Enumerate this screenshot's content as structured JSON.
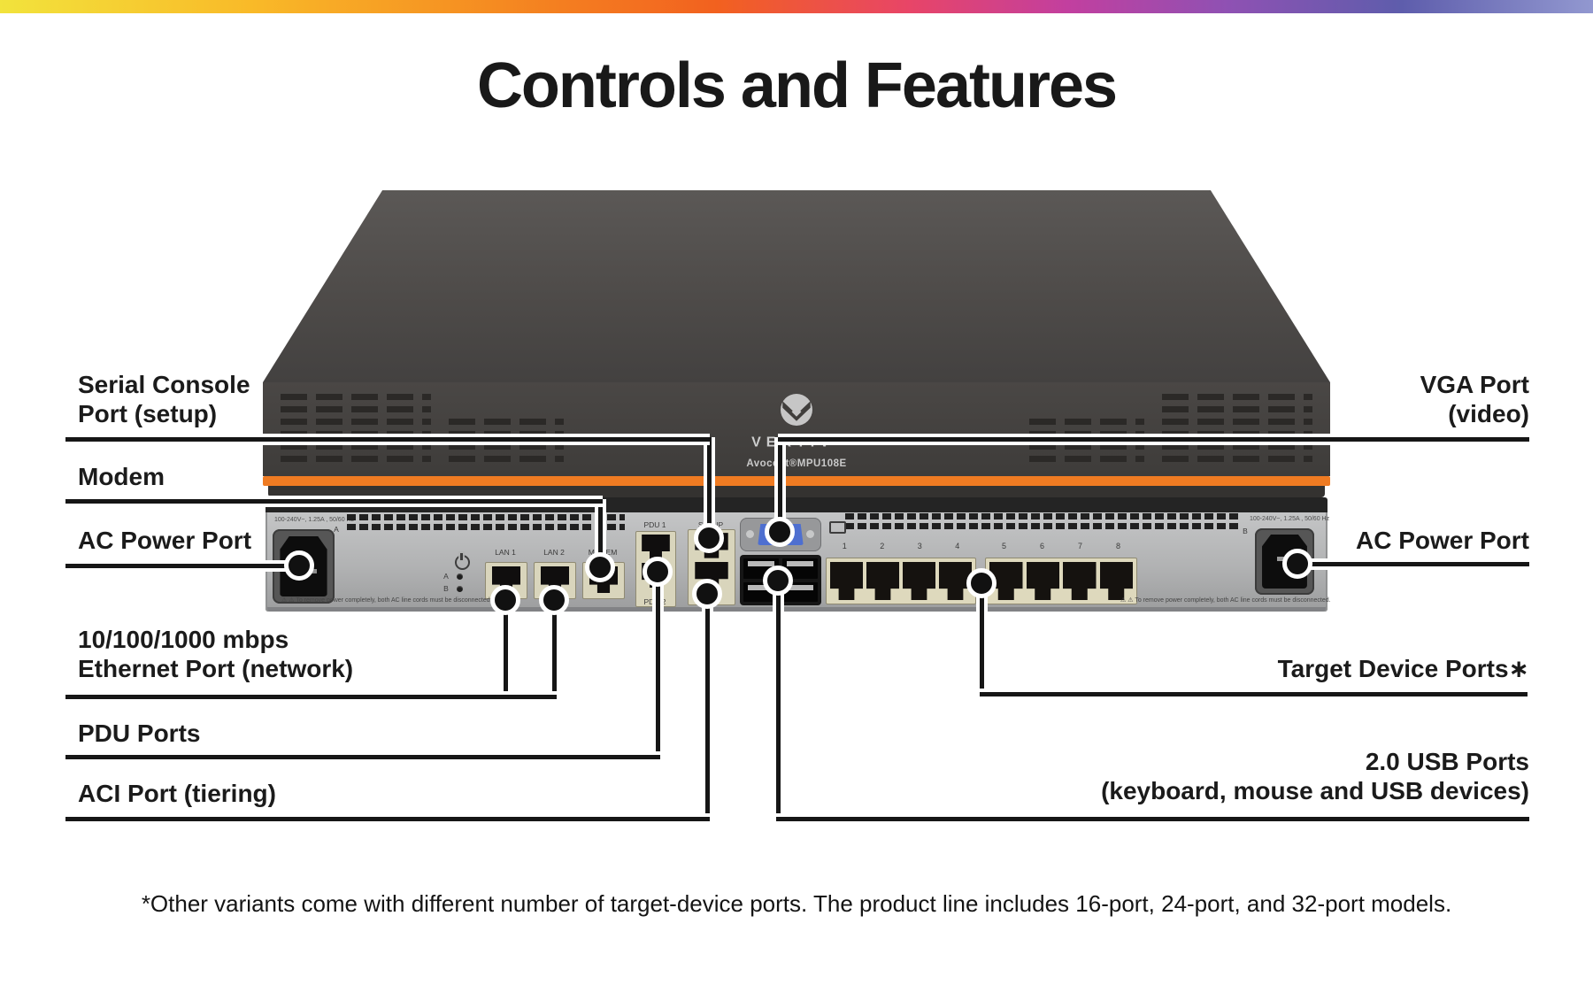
{
  "page": {
    "title": "Controls and Features",
    "footnote": "*Other variants come with different number of target-device ports. The product line includes 16-port, 24-port, and 32-port models.",
    "accent_orange": "#ef7b22",
    "topbar_gradient": [
      "#f2e33c",
      "#f9b928",
      "#f58b21",
      "#f2611f",
      "#e84567",
      "#c23f9f",
      "#8f51b3",
      "#5e5dac",
      "#9298d0"
    ],
    "callout_line_color": "#161616"
  },
  "device": {
    "brand": "VERTIV",
    "brand_tm": "™",
    "model": "Avocent®MPU108E",
    "rear": {
      "power_rating": "100-240V~, 1.25A , 50/60 Hz",
      "socket_a_label": "A",
      "socket_b_label": "B",
      "led_a_label": "A",
      "led_b_label": "B",
      "lan1": "LAN 1",
      "lan2": "LAN 2",
      "modem": "MODEM",
      "pdu1": "PDU 1",
      "pdu2": "PDU 2",
      "setup": "SETUP",
      "target_numbers": [
        "1",
        "2",
        "3",
        "4",
        "5",
        "6",
        "7",
        "8"
      ],
      "warning_icons": "⚠ ⚠",
      "warning": "To remove power completely, both AC line cords must be disconnected."
    }
  },
  "callouts": {
    "serial_console": {
      "line1": "Serial Console",
      "line2": "Port (setup)"
    },
    "modem": {
      "line1": "Modem"
    },
    "ac_power_left": {
      "line1": "AC Power Port"
    },
    "ethernet": {
      "line1": "10/100/1000 mbps",
      "line2": "Ethernet Port (network)"
    },
    "pdu": {
      "line1": "PDU Ports"
    },
    "aci": {
      "line1": "ACI Port (tiering)"
    },
    "vga": {
      "line1": "VGA Port",
      "line2": "(video)"
    },
    "ac_power_right": {
      "line1": "AC Power Port"
    },
    "target": {
      "line1": "Target Device Ports∗"
    },
    "usb": {
      "line1": "2.0 USB Ports",
      "line2": "(keyboard, mouse and USB devices)"
    }
  }
}
